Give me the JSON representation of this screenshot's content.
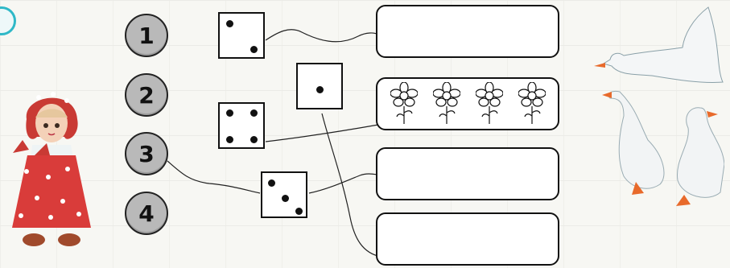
{
  "numbers": [
    "1",
    "2",
    "3",
    "4"
  ],
  "dice": [
    {
      "value": 2
    },
    {
      "value": 1
    },
    {
      "value": 4
    },
    {
      "value": 3
    }
  ],
  "answer_boxes": [
    {
      "content": "empty"
    },
    {
      "content": "flowers",
      "flower_count": 4
    },
    {
      "content": "empty"
    },
    {
      "content": "empty"
    }
  ],
  "icons": [
    "girl-illustration",
    "flower-icon",
    "goose-illustration",
    "task-marker-icon"
  ],
  "colors": {
    "number_circle": "#b9b9b9",
    "marker": "#2fb8c7",
    "girl_dress": "#d93c3a",
    "goose_beak": "#e86a2b"
  }
}
